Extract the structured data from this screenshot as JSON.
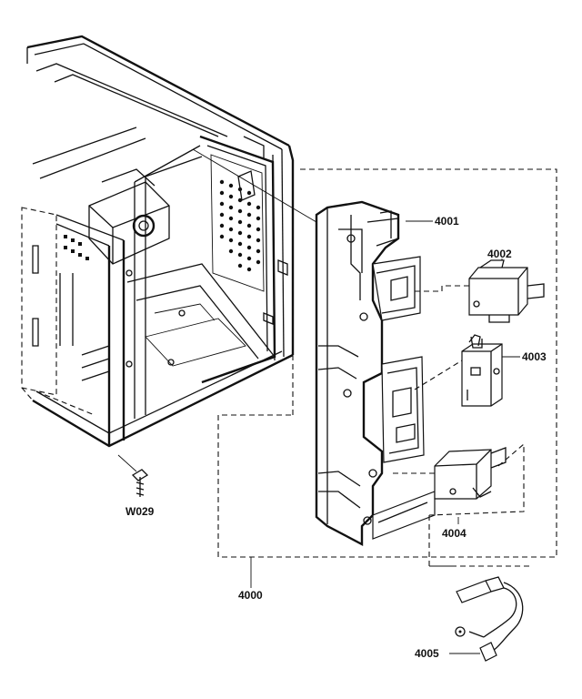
{
  "labels": {
    "assembly": "4000",
    "bracket": "4001",
    "switch_top": "4002",
    "switch_middle": "4003",
    "switch_bottom": "4004",
    "harness": "4005",
    "screw": "W029"
  }
}
